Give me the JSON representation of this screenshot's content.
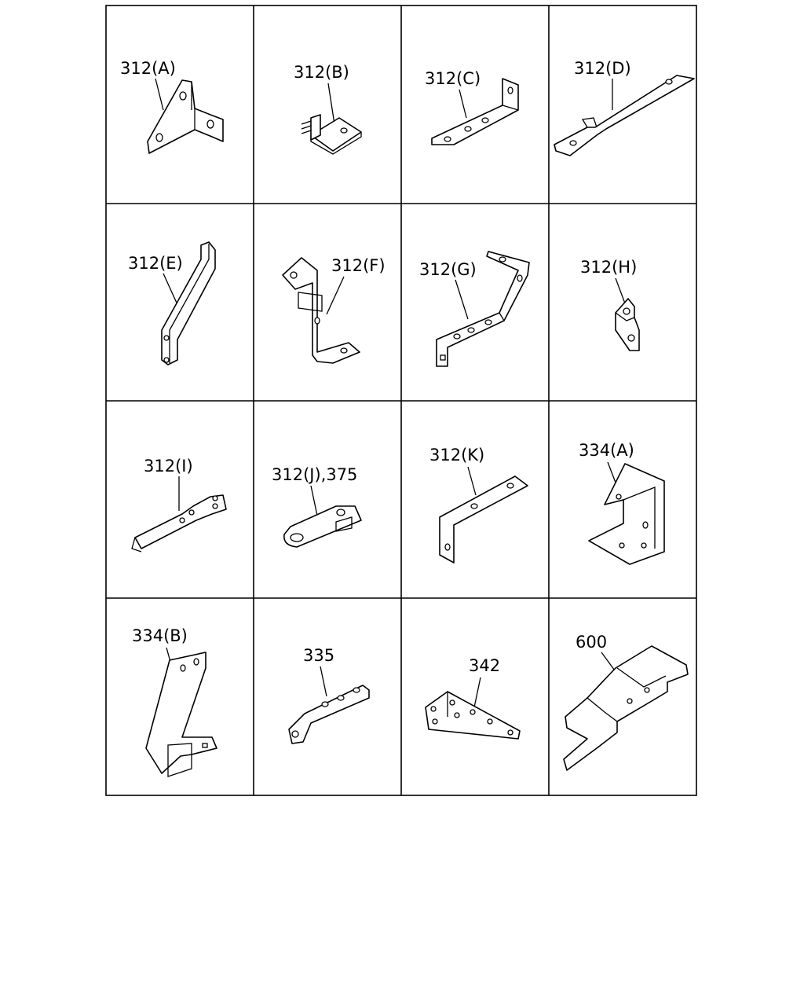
{
  "labels": {
    "a": "312(A)",
    "b": "312(B)",
    "c": "312(C)",
    "d": "312(D)",
    "e": "312(E)",
    "f": "312(F)",
    "g": "312(G)",
    "h": "312(H)",
    "i": "312(I)",
    "j": "312(J),375",
    "k": "312(K)",
    "m": "334(A)",
    "n": "334(B)",
    "o": "335",
    "p": "342",
    "q": "600"
  }
}
